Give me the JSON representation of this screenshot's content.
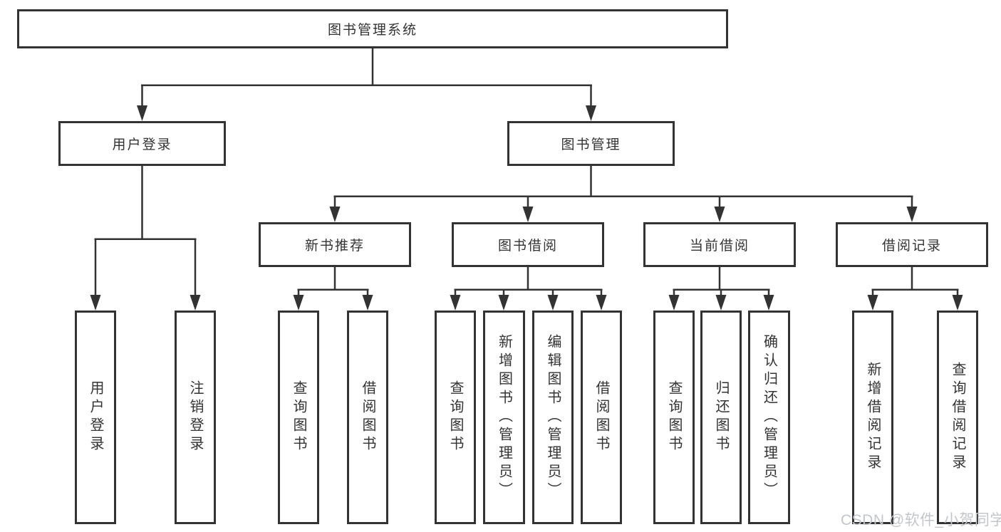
{
  "diagram": {
    "root": "图书管理系统",
    "children": [
      {
        "label": "用户登录",
        "children": [
          "用户登录",
          "注销登录"
        ]
      },
      {
        "label": "图书管理",
        "children": [
          {
            "label": "新书推荐",
            "children": [
              "查询图书",
              "借阅图书"
            ]
          },
          {
            "label": "图书借阅",
            "children": [
              "查询图书",
              "新增图书（管理员）",
              "编辑图书（管理员）",
              "借阅图书"
            ]
          },
          {
            "label": "当前借阅",
            "children": [
              "查询图书",
              "归还图书",
              "确认归还（管理员）"
            ]
          },
          {
            "label": "借阅记录",
            "children": [
              "新增借阅记录",
              "查询借阅记录"
            ]
          }
        ]
      }
    ]
  },
  "watermark": {
    "text": "CSDN @软件_小贺同学"
  },
  "colors": {
    "line": "#333333",
    "text": "#333333",
    "background": "#ffffff",
    "watermark": "#c2c6ca"
  }
}
